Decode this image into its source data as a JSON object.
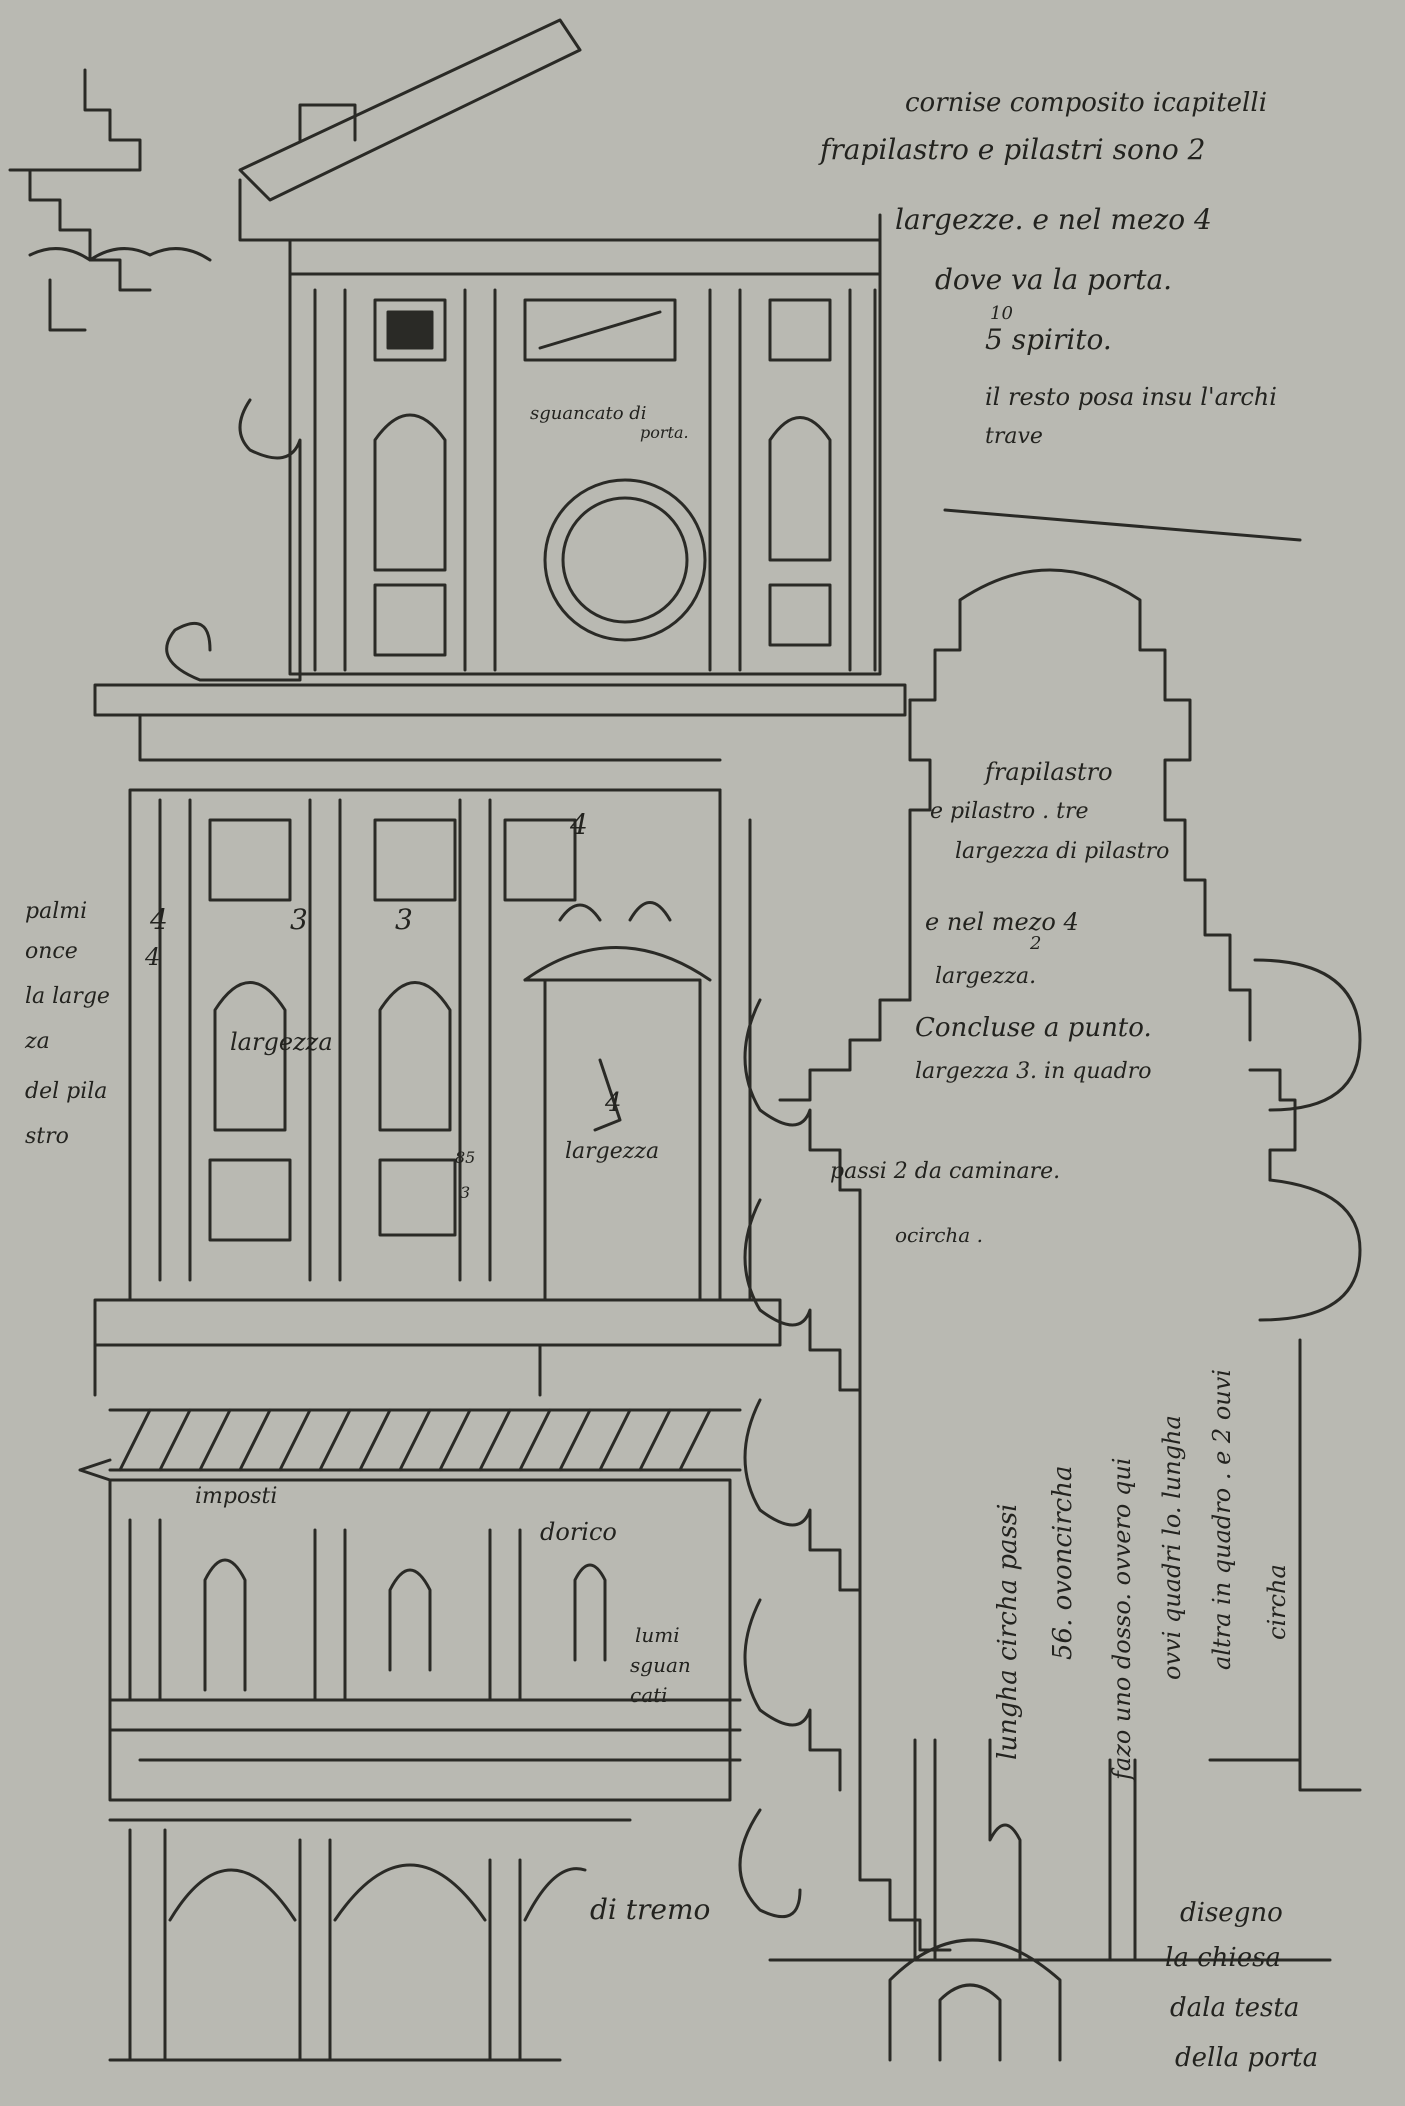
{
  "sheet": {
    "paper_color": "#b9b9b2",
    "ink_color": "#2a2a26",
    "margin_color": "#ffffff"
  },
  "notes": {
    "top_right": [
      "cornise composito icapitelli",
      "frapilastro e pilastri sono 2",
      "largezze. e nel mezo 4",
      "dove va la porta.",
      "10",
      "5 spirito.",
      "il resto posa insu l'archi",
      "trave"
    ],
    "sguancato": [
      "sguancato di",
      "porta."
    ],
    "left_margin": [
      "palmi",
      "once",
      "la large",
      "za",
      "del pila",
      "stro"
    ],
    "numbers": {
      "n4a": "4",
      "n4b": "4",
      "n3a": "3",
      "n3b": "3",
      "n4c": "4",
      "n85": "85",
      "n3c": "3"
    },
    "largezza_mid": "largezza",
    "largezza_door": "largezza",
    "largezza_door_num": "4",
    "right_middle": [
      "frapilastro",
      "e pilastro . tre",
      "largezza di pilastro",
      "e nel mezo 4",
      "largezza.",
      "2",
      "Concluse a punto.",
      "largezza 3. in quadro"
    ],
    "passi": "passi 2 da caminare.",
    "circha": "ocircha .",
    "vertical": [
      "lungha circha passi",
      "56. ovoncircha",
      "fazo uno dosso. ovvero qui",
      "ovvi quadri lo. lungha",
      "altra in quadro . e 2 ouvi",
      "circha"
    ],
    "impostr": "imposti",
    "dorico": "dorico",
    "lumi": [
      "lumi",
      "sguan",
      "cati"
    ],
    "ditremo": "di tremo",
    "bottom_right": [
      "disegno",
      "la chiesa",
      "dala testa",
      "della porta"
    ]
  }
}
